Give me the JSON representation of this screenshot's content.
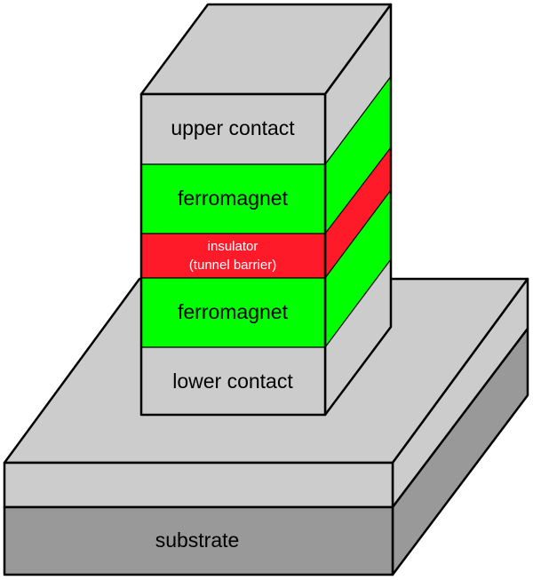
{
  "title": "Magnetic tunnel junction layer stack",
  "colors": {
    "contact": "#cccccc",
    "ferromagnet": "#00ff00",
    "insulator": "#ff1a2a",
    "substrate": "#999999",
    "outline": "#000000"
  },
  "layers": [
    {
      "id": "upper-contact",
      "label": "upper contact",
      "material": "contact"
    },
    {
      "id": "ferromagnet-top",
      "label": "ferromagnet",
      "material": "ferromagnet"
    },
    {
      "id": "insulator",
      "label": "insulator",
      "label2": "(tunnel barrier)",
      "material": "insulator"
    },
    {
      "id": "ferromagnet-bottom",
      "label": "ferromagnet",
      "material": "ferromagnet"
    },
    {
      "id": "lower-contact",
      "label": "lower contact",
      "material": "contact"
    }
  ],
  "base": {
    "bottom_contact_layer": {
      "label": ""
    },
    "substrate": {
      "label": "substrate"
    }
  }
}
